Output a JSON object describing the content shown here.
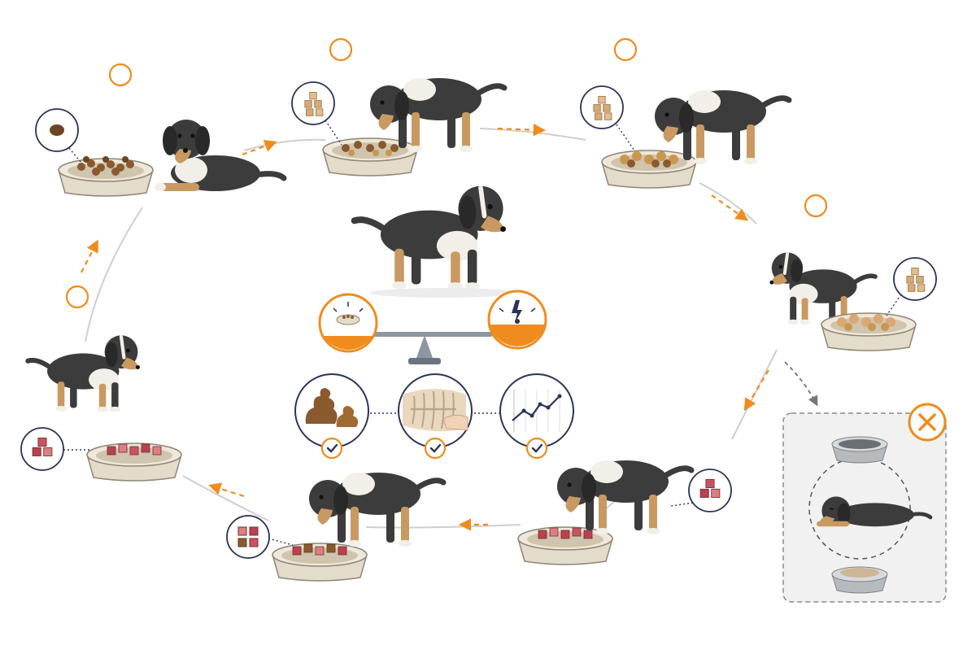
{
  "colors": {
    "accent": "#f08c1e",
    "navy": "#2b3358",
    "kibble": "#8a5a2e",
    "kibble_light": "#c9974f",
    "cube": "#d9a873",
    "meat": "#b8424f",
    "meat_light": "#d98080",
    "bowl": "#e4dccb",
    "bowl_inner": "#cfc4ae",
    "dog_dark": "#3d3c3d",
    "dog_tan": "#c89a62",
    "dog_white": "#f2efe9",
    "steel": "#b7babd",
    "panel": "#f1f1f1"
  },
  "steps": [
    {
      "id": "step-1-kibble-lying",
      "food": "kibble",
      "dog": "lying"
    },
    {
      "id": "step-2-kibble-mix",
      "food": "mix",
      "dog": "eating"
    },
    {
      "id": "step-3-kibble-mix",
      "food": "mix",
      "dog": "eating"
    },
    {
      "id": "step-4-mix-standing",
      "food": "mix-light",
      "dog": "sitting"
    },
    {
      "id": "step-5-fresh-eating",
      "food": "fresh",
      "dog": "eating"
    },
    {
      "id": "step-6-transition-eating",
      "food": "mixed-fresh",
      "dog": "eating"
    },
    {
      "id": "step-7-fresh-walking",
      "food": "fresh",
      "dog": "walking"
    }
  ],
  "health_checks": [
    {
      "id": "stool",
      "icon": "stool-icon",
      "status": "check"
    },
    {
      "id": "body",
      "icon": "rib-palpation-icon",
      "status": "check"
    },
    {
      "id": "growth",
      "icon": "growth-chart-icon",
      "status": "check"
    }
  ],
  "warning_panel": {
    "icon": "cross-icon",
    "state": "avoid-abrupt-switch"
  }
}
